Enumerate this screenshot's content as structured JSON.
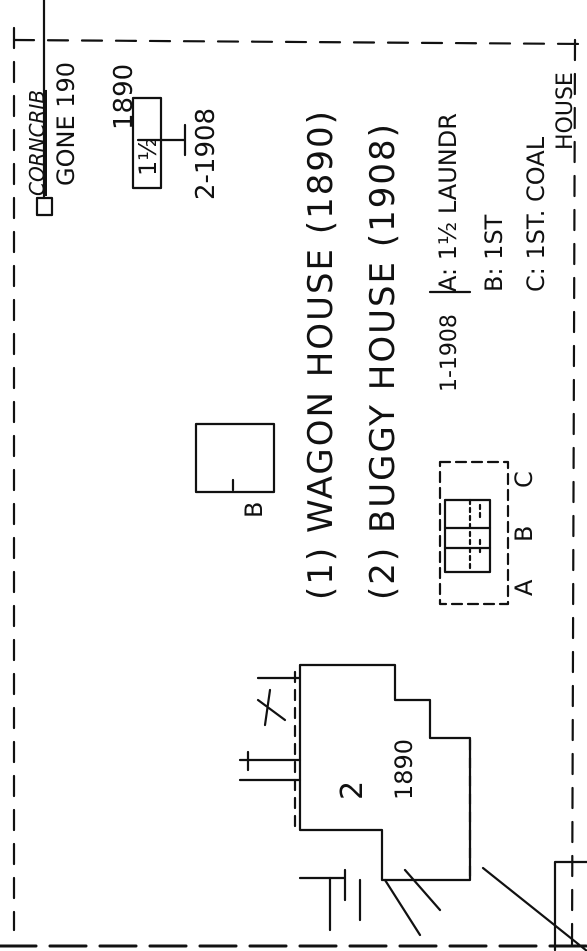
{
  "sketch": {
    "corncrib_label": "CORNCRIB",
    "gone_label": "GONE 190",
    "box_story_label": "1½",
    "dates": [
      "1890",
      "2-1908"
    ],
    "structure_letter": "B",
    "wagon_house_label": "(1) WAGON HOUSE (1890)",
    "buggy_house_label": "(2) BUGGY HOUSE (1908)",
    "legend_date": "1-1908",
    "legend_a": "A: 1½ LAUNDR",
    "legend_b": "B: 1ST",
    "legend_c": "C: 1ST. COAL",
    "legend_house": "HOUSE",
    "bay_letters": [
      "A",
      "B",
      "C"
    ],
    "house_story": "2",
    "house_date": "1890"
  }
}
